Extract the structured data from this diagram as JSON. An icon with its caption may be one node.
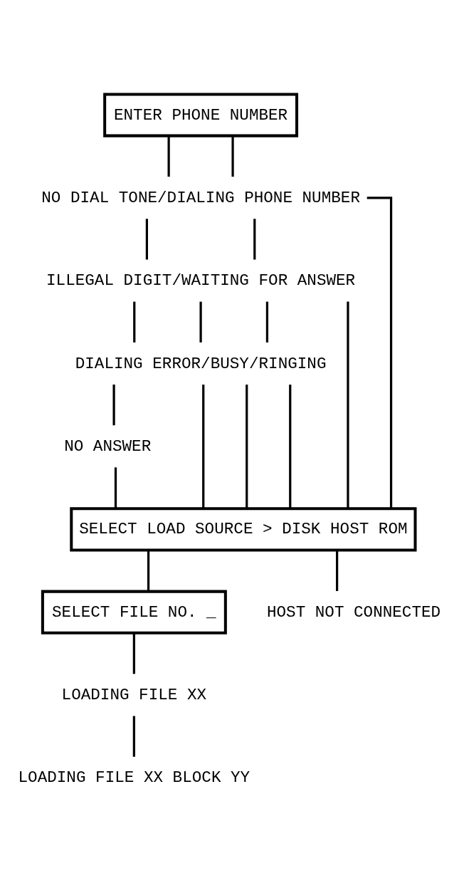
{
  "diagram": {
    "nodes": [
      {
        "text": [
          "ENTER PHONE NUMBER"
        ]
      },
      {
        "text": [
          "NO DIAL TONE/DIALING PHONE NUMBER"
        ]
      },
      {
        "text": [
          "ILLEGAL DIGIT/WAITING FOR ANSWER"
        ]
      },
      {
        "text": [
          "DIALING ERROR/BUSY/RINGING"
        ]
      },
      {
        "text": [
          "NO ANSWER"
        ]
      },
      {
        "text": [
          "SELECT LOAD SOURCE > DISK HOST ROM"
        ]
      },
      {
        "text": [
          "SELECT FILE NO. _"
        ]
      },
      {
        "text": [
          "LOADING FILE XX"
        ]
      },
      {
        "text": [
          "LOADING FILE XX BLOCK YY"
        ]
      },
      {
        "text": [
          "HOST NOT CONNECTED"
        ]
      }
    ],
    "edges": [
      {
        "from": 0,
        "to": 1,
        "arrow": "none"
      },
      {
        "from": 0,
        "to": 1,
        "arrow": "none"
      },
      {
        "from": 1,
        "to": 5,
        "arrow": "none"
      },
      {
        "from": 1,
        "to": 2,
        "arrow": "none"
      },
      {
        "from": 1,
        "to": 2,
        "arrow": "none"
      },
      {
        "from": 2,
        "to": 5,
        "arrow": "none"
      },
      {
        "from": 2,
        "to": 3,
        "arrow": "none"
      },
      {
        "from": 2,
        "to": 3,
        "arrow": "none"
      },
      {
        "from": 2,
        "to": 3,
        "arrow": "none"
      },
      {
        "from": 3,
        "to": 5,
        "arrow": "none"
      },
      {
        "from": 3,
        "to": 5,
        "arrow": "none"
      },
      {
        "from": 3,
        "to": 4,
        "arrow": "none"
      },
      {
        "from": 3,
        "to": 5,
        "arrow": "none"
      },
      {
        "from": 4,
        "to": 5,
        "arrow": "none"
      },
      {
        "from": 5,
        "to": 9,
        "arrow": "none"
      },
      {
        "from": 5,
        "to": 6,
        "arrow": "none"
      },
      {
        "from": 6,
        "to": 7,
        "arrow": "none"
      },
      {
        "from": 7,
        "to": 8,
        "arrow": "none"
      }
    ]
  }
}
